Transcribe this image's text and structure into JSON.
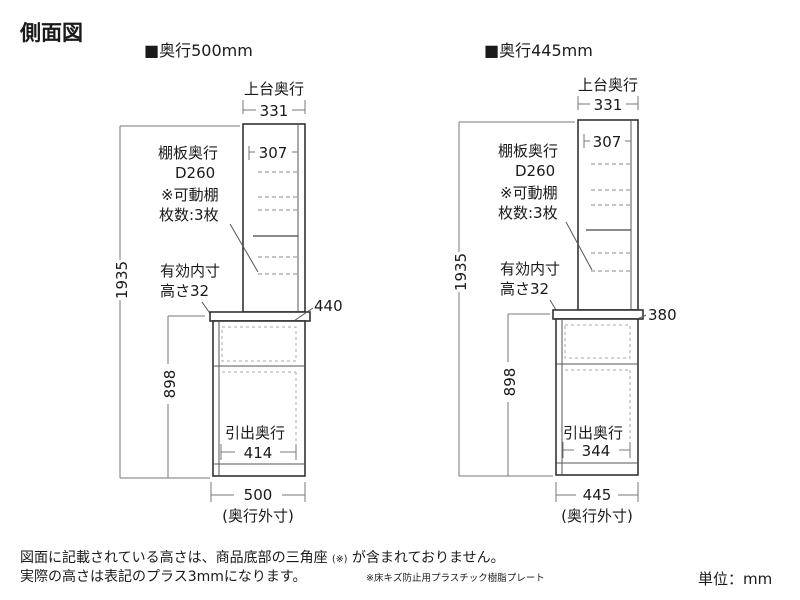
{
  "title": "側面図",
  "units_label": "単位：mm",
  "notes": {
    "line1_a": "図面に記載されている高さは、商品底部の三角座",
    "line1_mark": "(※)",
    "line1_b": "が含まれておりません。",
    "line2": "実際の高さは表記のプラス3mmになります。",
    "line2_small": "※床キズ防止用プラスチック樹脂プレート"
  },
  "views": [
    {
      "header": "■奥行500mm",
      "top_depth_label": "上台奥行",
      "top_depth": "331",
      "inner_depth": "307",
      "shelf_label_1": "棚板奥行",
      "shelf_label_2": "D260",
      "shelf_label_3": "※可動棚",
      "shelf_label_4": "枚数:3枚",
      "total_height": "1935",
      "inner_h_label_1": "有効内寸",
      "inner_h_label_2": "高さ32",
      "counter_depth": "440",
      "lower_height": "898",
      "drawer_label": "引出奥行",
      "drawer_depth": "414",
      "outer_depth": "500",
      "outer_label": "(奥行外寸)"
    },
    {
      "header": "■奥行445mm",
      "top_depth_label": "上台奥行",
      "top_depth": "331",
      "inner_depth": "307",
      "shelf_label_1": "棚板奥行",
      "shelf_label_2": "D260",
      "shelf_label_3": "※可動棚",
      "shelf_label_4": "枚数:3枚",
      "total_height": "1935",
      "inner_h_label_1": "有効内寸",
      "inner_h_label_2": "高さ32",
      "counter_depth": "380",
      "lower_height": "898",
      "drawer_label": "引出奥行",
      "drawer_depth": "344",
      "outer_depth": "445",
      "outer_label": "(奥行外寸)"
    }
  ]
}
